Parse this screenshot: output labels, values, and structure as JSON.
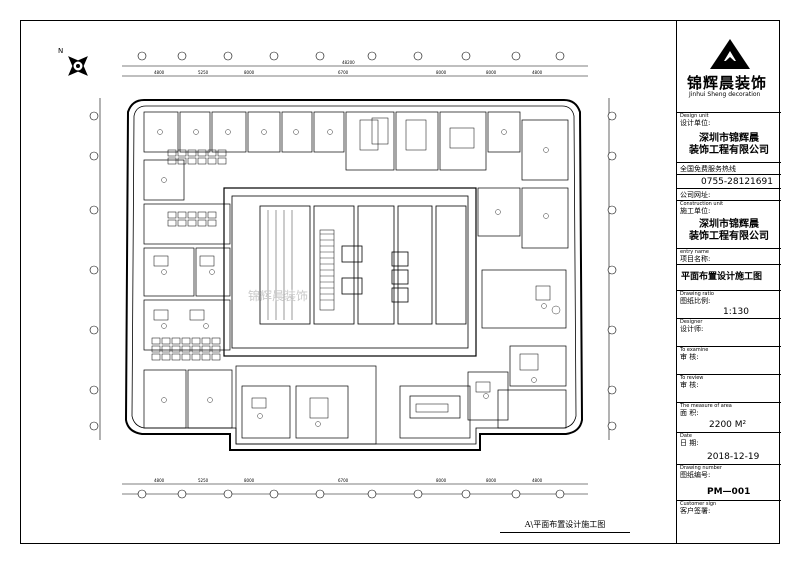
{
  "drawing": {
    "caption": "A\\平面布置设计施工图",
    "north": "N",
    "watermark": "锦辉晨装饰",
    "dimension_total": "48200",
    "dimensions_top": [
      "4800",
      "5250",
      "8000",
      "6700",
      "8000",
      "8000",
      "4800"
    ],
    "dimensions_bottom": [
      "4800",
      "5250",
      "8000",
      "6700",
      "8000",
      "8000",
      "4800"
    ]
  },
  "logo": {
    "name_cn": "锦辉晨装饰",
    "name_en": "Jinhui Sheng decoration"
  },
  "titleblock": {
    "design_unit_en": "Design unit",
    "design_unit_cn": "设计单位:",
    "design_company": [
      "深圳市锦辉晨",
      "装饰工程有限公司"
    ],
    "hotline_label": "全国免费服务热线",
    "hotline_number": "0755-28121691",
    "contact_label": "公司网址:",
    "construction_unit_en": "Construction unit",
    "construction_unit_cn": "施工单位:",
    "construction_company": [
      "深圳市锦辉晨",
      "装饰工程有限公司"
    ],
    "entry_name_en": "entry name",
    "entry_name_cn": "项目名称:",
    "drawing_title": "平面布置设计施工图",
    "ratio_en": "Drawing ratio",
    "ratio_cn": "图纸比例:",
    "ratio_value": "1:130",
    "designer_en": "Designer",
    "designer_cn": "设计师:",
    "examine_en": "To examine",
    "examine_cn": "审 核:",
    "review_en": "To review",
    "review_cn": "审 核:",
    "area_en": "The measure of area",
    "area_cn": "面 积:",
    "area_value": "2200 M²",
    "date_en": "Date",
    "date_cn": "日 期:",
    "date_value": "2018-12-19",
    "number_en": "Drawing number",
    "number_cn": "图纸编号:",
    "number_value": "PM—001",
    "customer_en": "Customer sign",
    "customer_cn": "客户签署:"
  }
}
